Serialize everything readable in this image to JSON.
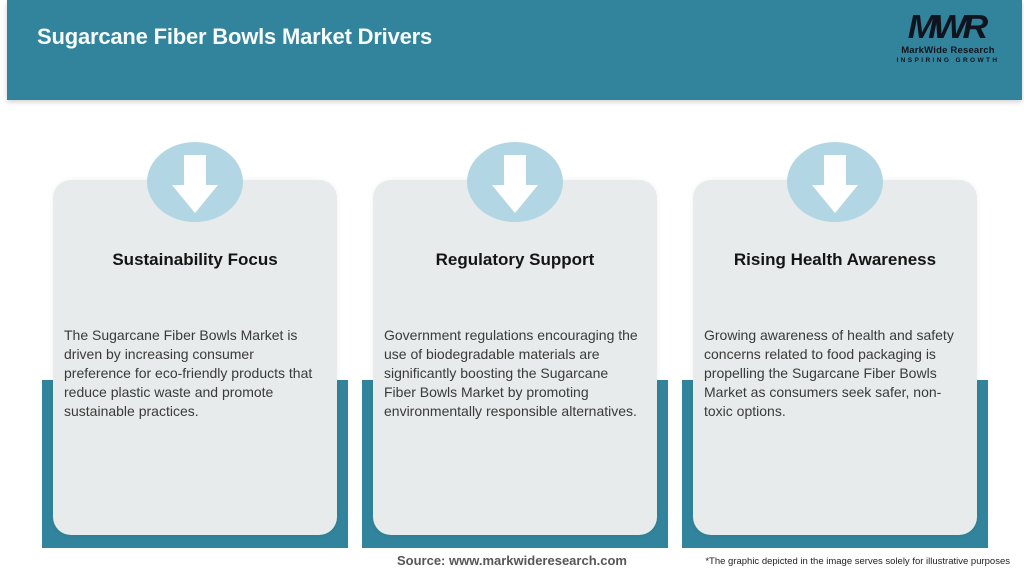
{
  "header": {
    "title": "Sugarcane Fiber Bowls Market Drivers"
  },
  "logo": {
    "monogram": "MWR",
    "name": "MarkWide Research",
    "tagline": "INSPIRING GROWTH"
  },
  "cards": [
    {
      "title": "Sustainability Focus",
      "description": "The Sugarcane Fiber Bowls Market is driven by increasing consumer preference for eco-friendly products that reduce plastic waste and promote sustainable practices."
    },
    {
      "title": "Regulatory Support",
      "description": "Government regulations encouraging the use of biodegradable materials are significantly boosting the Sugarcane Fiber Bowls Market by promoting environmentally responsible alternatives."
    },
    {
      "title": "Rising Health Awareness",
      "description": "Growing awareness of health and safety concerns related to food packaging is propelling the Sugarcane Fiber Bowls Market as consumers seek safer, non-toxic options."
    }
  ],
  "footer": {
    "source": "Source: www.markwideresearch.com",
    "disclaimer": "*The graphic depicted in the image serves solely for illustrative purposes"
  },
  "colors": {
    "teal": "#31849B",
    "card_background": "#E8EBEB",
    "circle_blue": "#B3D6E4",
    "title_text": "#F7FAFA",
    "logo_text": "#10141F"
  },
  "icons": {
    "arrow": "down-arrow-icon"
  }
}
